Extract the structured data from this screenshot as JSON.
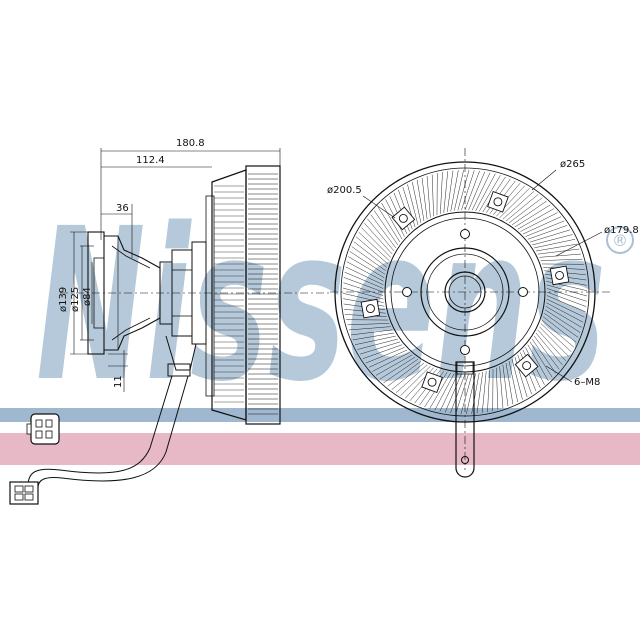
{
  "brand": {
    "logo_text": "Nissens",
    "registered_mark": "®",
    "stripe_blue": "#9fb8cf",
    "stripe_pink": "#e7b9c6",
    "logo_color": "#a9c0d4"
  },
  "side_view": {
    "dim_overall_length": "180.8",
    "dim_body_length": "112.4",
    "dim_hub": "36",
    "dim_dia_139": "ø139",
    "dim_dia_125": "ø125",
    "dim_dia_84": "ø84",
    "dim_offset": "11"
  },
  "front_view": {
    "dim_outer_dia": "ø265",
    "dim_inner_dia": "ø200.5",
    "dim_bolt_circle": "ø179.8",
    "dim_bolts": "6–M8"
  },
  "connector": {
    "icon": "electrical-connector-icon"
  }
}
